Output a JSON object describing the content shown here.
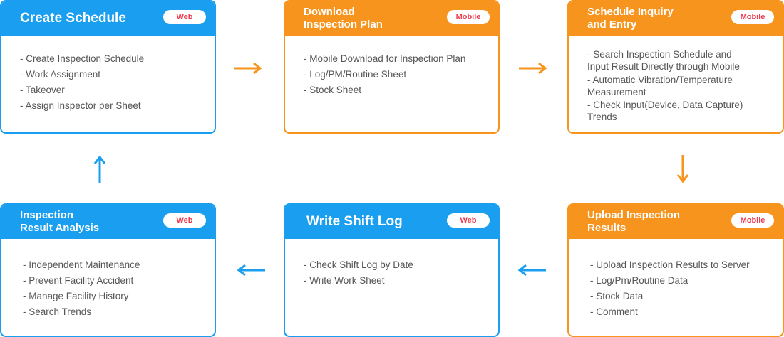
{
  "colors": {
    "web": "#1a9ff0",
    "mobile": "#f7941d",
    "badge_text": "#f0394b"
  },
  "cards": [
    {
      "title": "Create Schedule",
      "badge": "Web",
      "items": [
        "- Create Inspection Schedule",
        "- Work Assignment",
        "- Takeover",
        "- Assign Inspector per Sheet"
      ]
    },
    {
      "title": "Download\nInspection Plan",
      "badge": "Mobile",
      "items": [
        "- Mobile Download for Inspection Plan",
        "- Log/PM/Routine Sheet",
        "- Stock Sheet"
      ]
    },
    {
      "title": "Schedule Inquiry\nand Entry",
      "badge": "Mobile",
      "items": [
        "- Search Inspection Schedule and\n  Input Result Directly through Mobile",
        "- Automatic Vibration/Temperature\n  Measurement",
        "- Check Input(Device, Data Capture)\n  Trends"
      ]
    },
    {
      "title": "Upload Inspection\nResults",
      "badge": "Mobile",
      "items": [
        "- Upload Inspection Results to Server",
        "- Log/Pm/Routine Data",
        "- Stock Data",
        "- Comment"
      ]
    },
    {
      "title": "Write Shift Log",
      "badge": "Web",
      "items": [
        "- Check Shift Log by Date",
        "- Write Work Sheet"
      ]
    },
    {
      "title": "Inspection\nResult Analysis",
      "badge": "Web",
      "items": [
        "- Independent Maintenance",
        "- Prevent Facility Accident",
        "- Manage Facility History",
        "- Search Trends"
      ]
    }
  ]
}
